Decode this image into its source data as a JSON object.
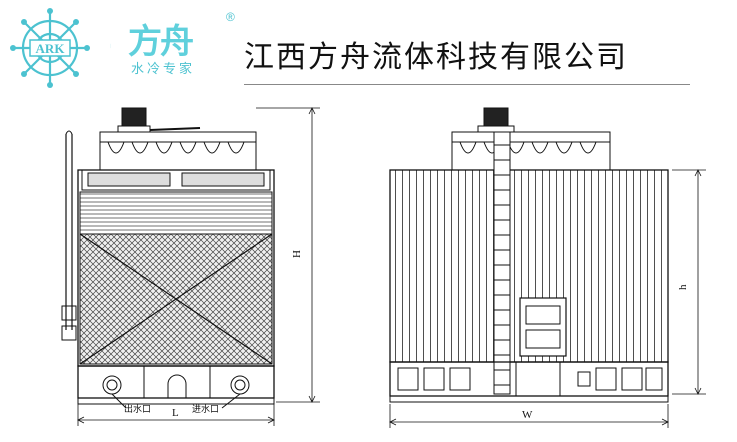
{
  "brand": {
    "logo_text": "ARK",
    "name_cn": "方舟",
    "registered": "®",
    "slogan": "水冷专家",
    "accent_color": "#5fd0dc"
  },
  "company": {
    "name": "江西方舟流体科技有限公司"
  },
  "drawing": {
    "front_view": {
      "dimension_height": "H",
      "dimension_length": "L",
      "label_outlet": "出水口",
      "label_inlet": "进水口"
    },
    "side_view": {
      "dimension_height": "h",
      "dimension_width": "W"
    }
  }
}
